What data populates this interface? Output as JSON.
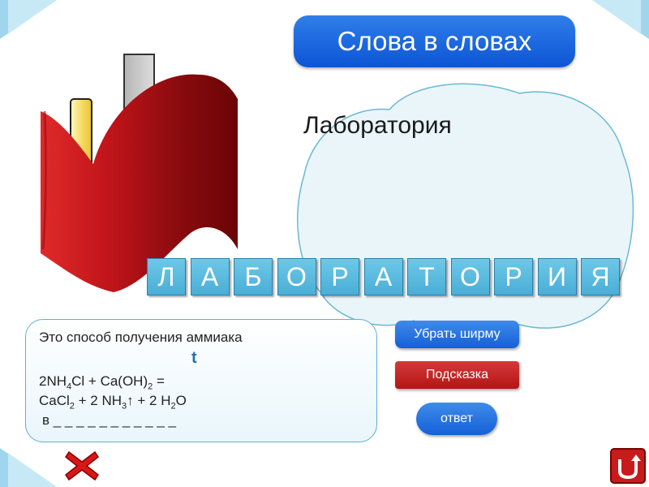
{
  "title": "Слова в словах",
  "subtitle": "Лаборатория",
  "letters": [
    "Л",
    "А",
    "Б",
    "О",
    "Р",
    "А",
    "Т",
    "О",
    "Р",
    "И",
    "Я"
  ],
  "clue": {
    "line1": "Это способ получения аммиака",
    "heat_symbol": "t",
    "eq1": {
      "a": "2NH",
      "s1": "4",
      "b": "Cl + Ca(OH)",
      "s2": "2",
      "c": " ="
    },
    "eq2": {
      "a": "CaCl",
      "s1": "2",
      "b": " + 2 NH",
      "s2": "3",
      "c": "↑ + 2 H",
      "s3": "2",
      "d": "O"
    },
    "line_answer": "в _ _ _ _ _ _ _ _ _ _ _"
  },
  "buttons": {
    "remove_screen": "Убрать ширму",
    "hint": "Подсказка",
    "answer": "ответ"
  },
  "colors": {
    "accent_blue": "#1560d8",
    "curtain_red": "#c0141a",
    "tile_blue": "#4aaed6",
    "hint_red": "#b41515"
  },
  "icons": {
    "close": "close-icon",
    "return": "return-icon",
    "image": "flask-with-curtain"
  }
}
